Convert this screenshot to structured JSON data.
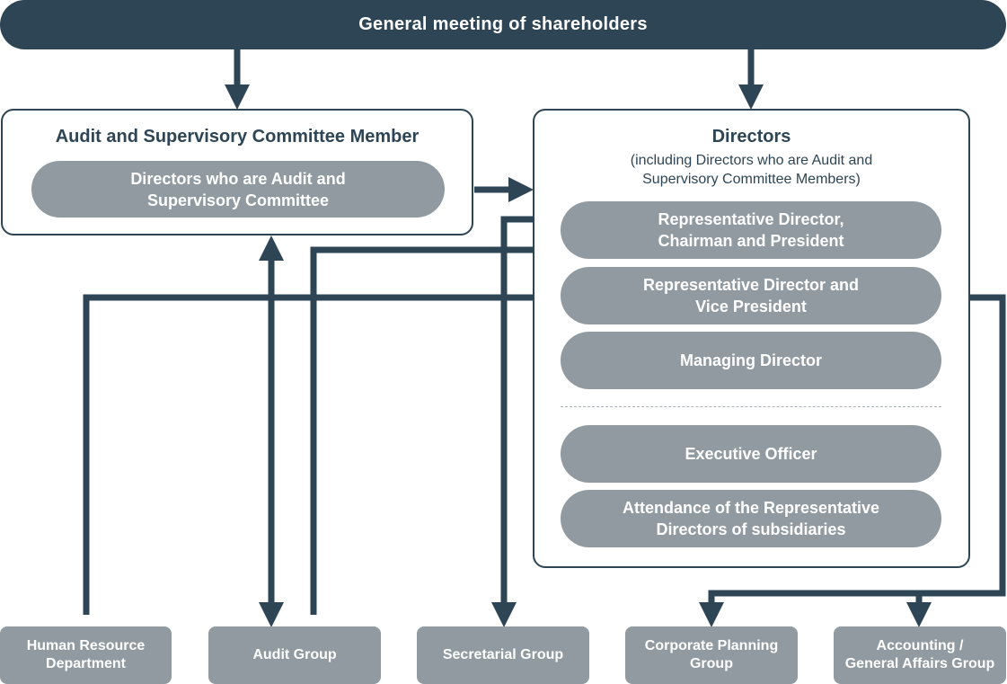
{
  "colors": {
    "dark": "#2e4555",
    "pill": "#909aa0",
    "background": "#ffffff"
  },
  "top": {
    "label": "General meeting of shareholders"
  },
  "audit_panel": {
    "title": "Audit and Supervisory Committee Member",
    "member": "Directors who are Audit and\nSupervisory Committee"
  },
  "directors_panel": {
    "title": "Directors",
    "subtitle_line1": "(including Directors who are Audit and",
    "subtitle_line2": "Supervisory Committee Members)",
    "roles": [
      "Representative Director,\nChairman and President",
      "Representative Director and\nVice President",
      "Managing Director",
      "Executive Officer",
      "Attendance of the Representative\nDirectors of subsidiaries"
    ]
  },
  "departments": [
    "Human Resource\nDepartment",
    "Audit Group",
    "Secretarial Group",
    "Corporate Planning\nGroup",
    "Accounting /\nGeneral Affairs Group"
  ]
}
